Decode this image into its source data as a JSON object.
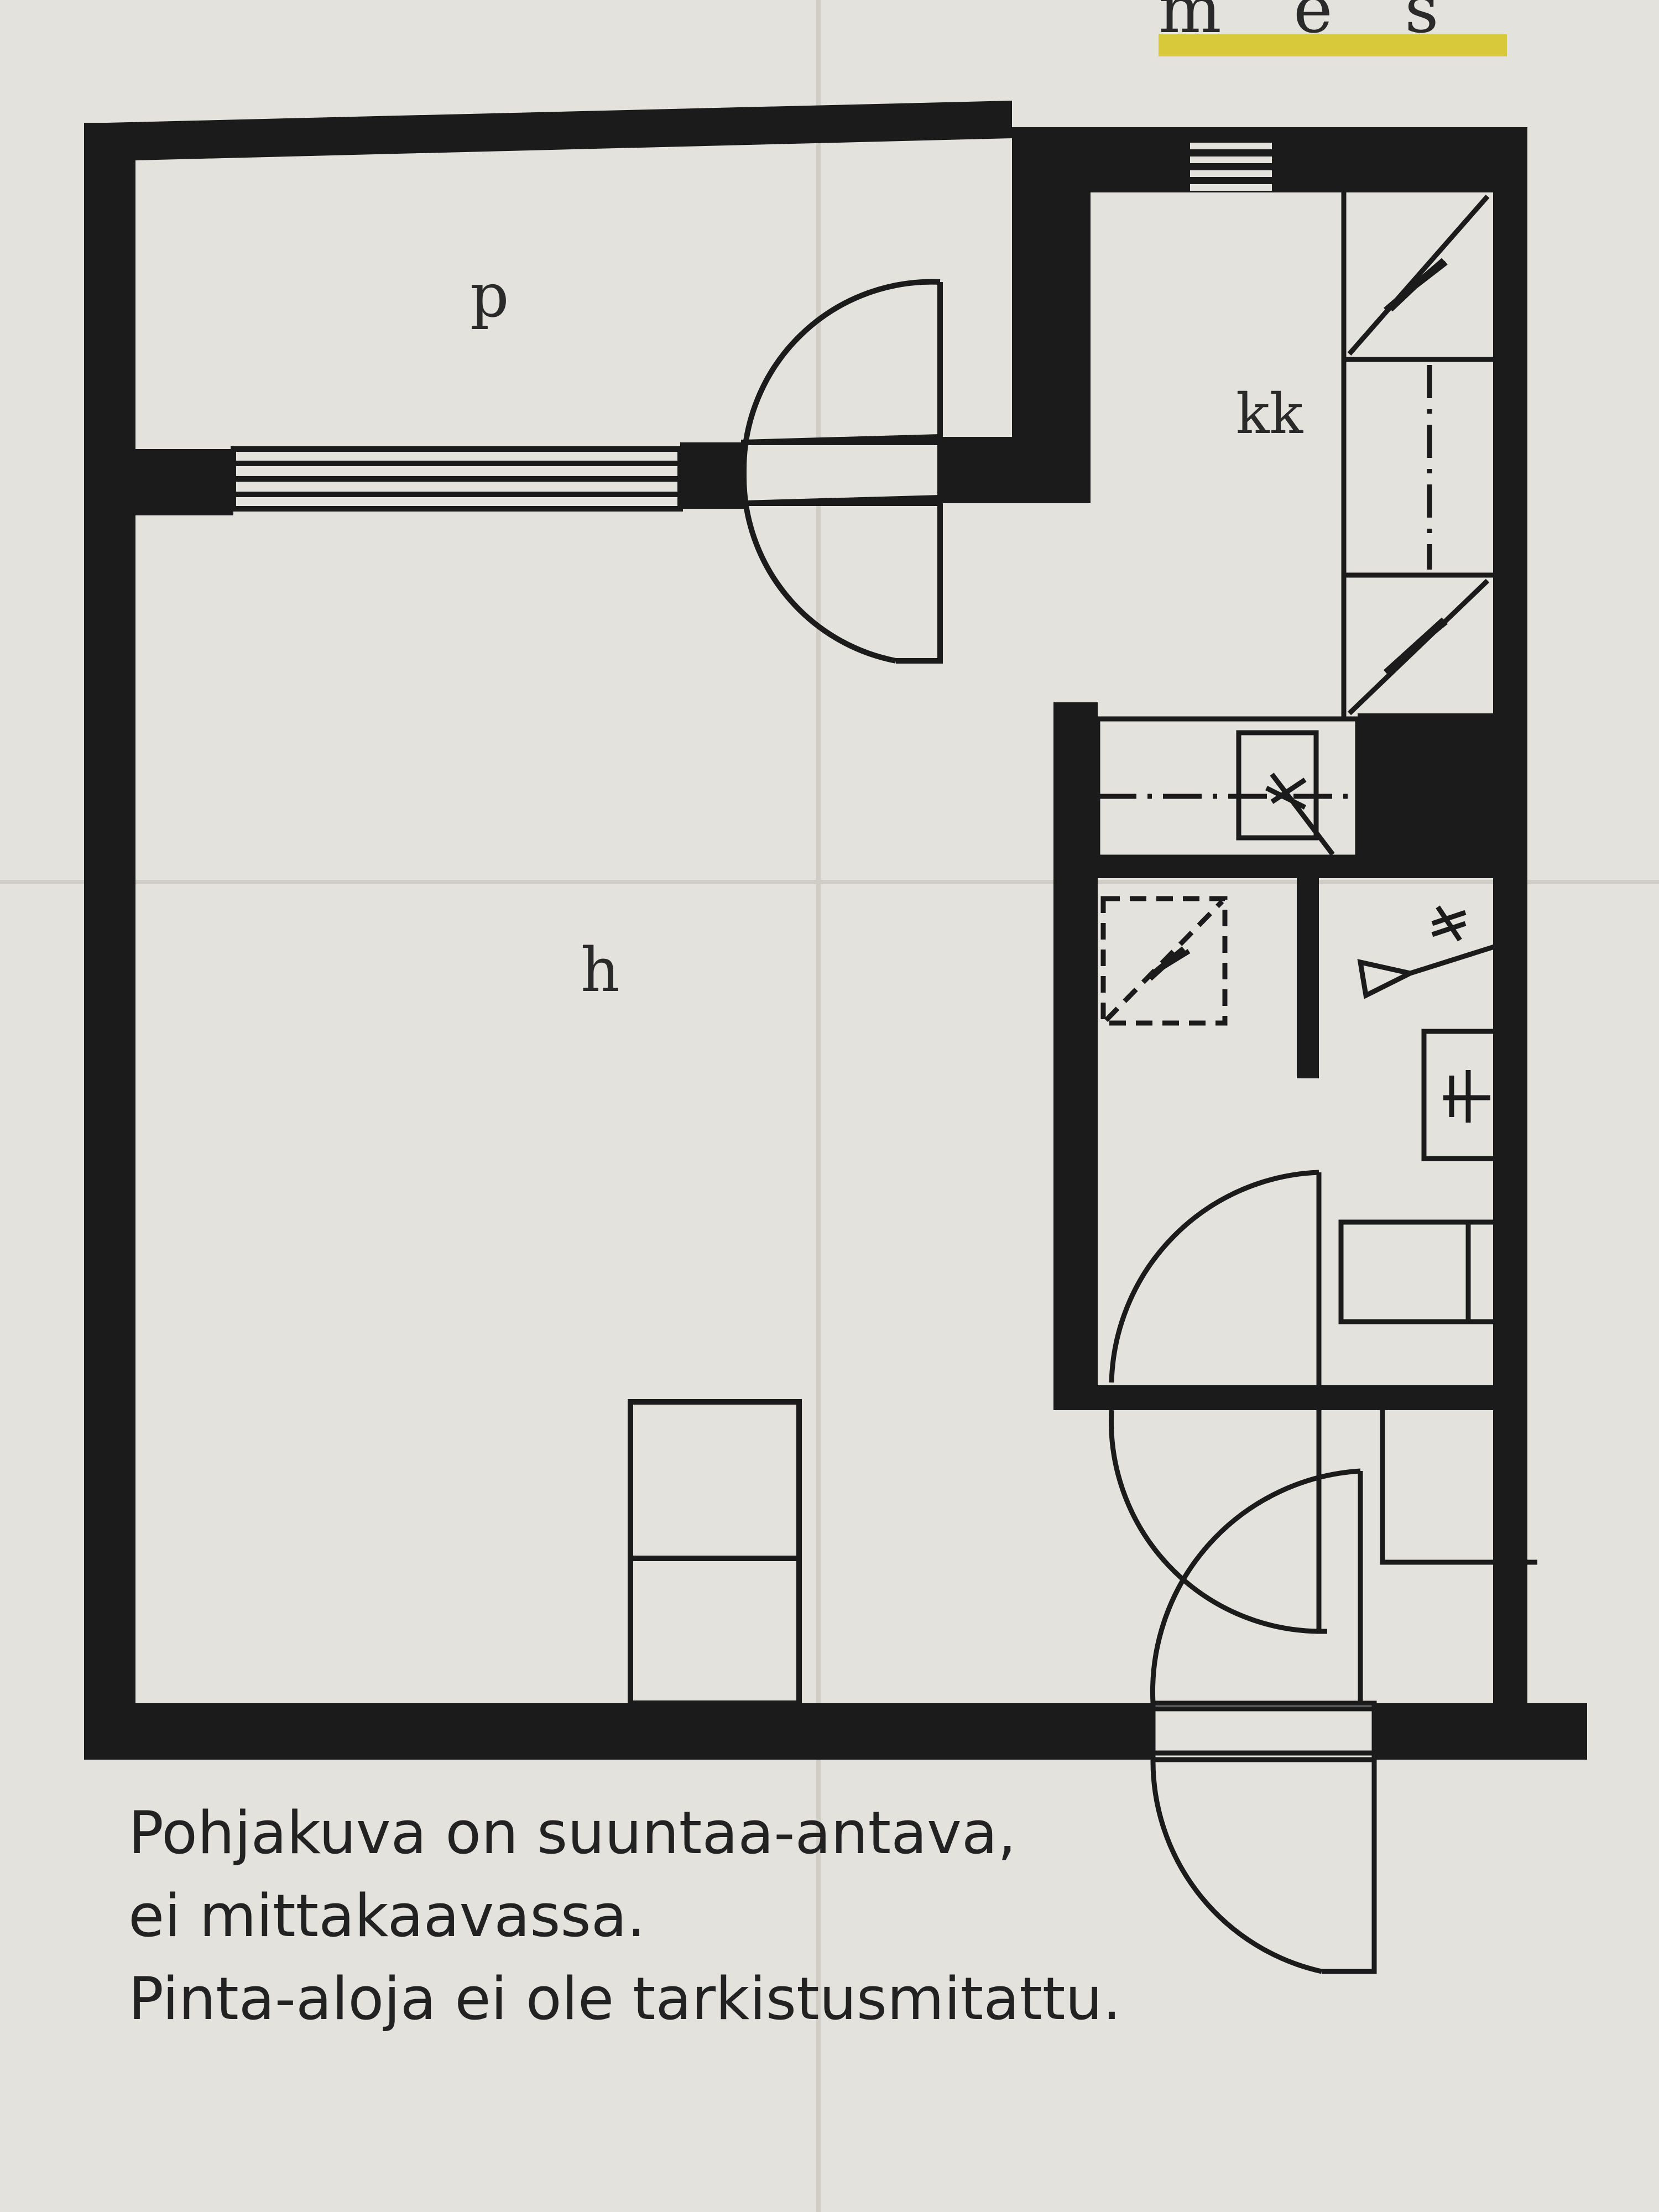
{
  "brand": {
    "wordmark": "m e s t a",
    "accent_color": "#d8c93a"
  },
  "rooms": {
    "balcony": "p",
    "kitchen": "kk",
    "living_room": "h"
  },
  "disclaimer": {
    "line1": "Pohjakuva on suuntaa-antava,",
    "line2": "ei mittakaavassa.",
    "line3": "Pinta-aloja ei ole tarkistusmitattu."
  },
  "colors": {
    "paper": "#e3e2dd",
    "wall": "#1b1b1b"
  }
}
